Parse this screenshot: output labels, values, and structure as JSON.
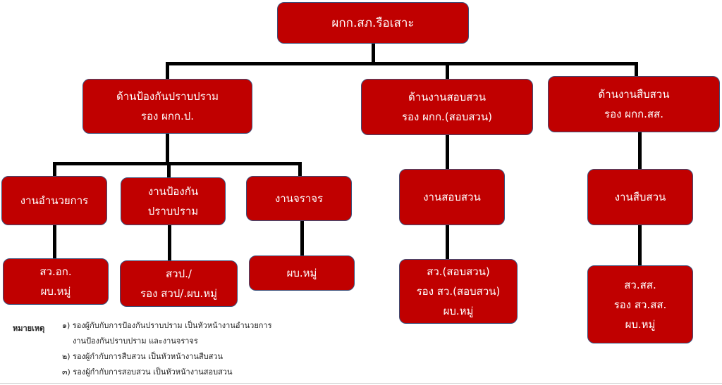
{
  "top": {
    "title": "ผกก.สภ.รือเสาะ"
  },
  "branches": [
    {
      "line1": "ด้านป้องกันปราบปราม",
      "line2": "รอง ผกก.ป."
    },
    {
      "line1": "ด้านงานสอบสวน",
      "line2": "รอง ผกก.(สอบสวน)"
    },
    {
      "line1": "ด้านงานสืบสวน",
      "line2": "รอง ผกก.สส."
    }
  ],
  "units": [
    {
      "lines": [
        "งานอำนวยการ"
      ]
    },
    {
      "lines": [
        "งานป้องกัน",
        "ปราบปราม"
      ]
    },
    {
      "lines": [
        "งานจราจร"
      ]
    },
    {
      "lines": [
        "งานสอบสวน"
      ]
    },
    {
      "lines": [
        "งานสืบสวน"
      ]
    }
  ],
  "staff": [
    {
      "lines": [
        "สว.อก.",
        "ผบ.หมู่"
      ]
    },
    {
      "lines": [
        "สวป./",
        "รอง สวป/.ผบ.หมู่"
      ]
    },
    {
      "lines": [
        "ผบ.หมู่"
      ]
    },
    {
      "lines": [
        "สว.(สอบสวน)",
        "รอง สว.(สอบสวน)",
        "ผบ.หมู่"
      ]
    },
    {
      "lines": [
        "สว.สส.",
        "รอง สว.สส.",
        "ผบ.หมู่"
      ]
    }
  ],
  "notes": {
    "label": "หมายเหตุ",
    "items": [
      "๑) รองผู้กับกับการป้องกันปราบปราม เป็นหัวหน้างานอำนวยการ",
      "งานป้องกันปราบปราม และงานจราจร",
      "๒) รองผู้กำกับการสืบสวน เป็นหัวหน้างานสืบสวน",
      "๓) รองผู้กำกับการสอบสวน เป็นหัวหน้างานสอบสวน"
    ]
  },
  "colors": {
    "box": "#C00000",
    "border": "#3a4f7a",
    "line": "#000000"
  }
}
